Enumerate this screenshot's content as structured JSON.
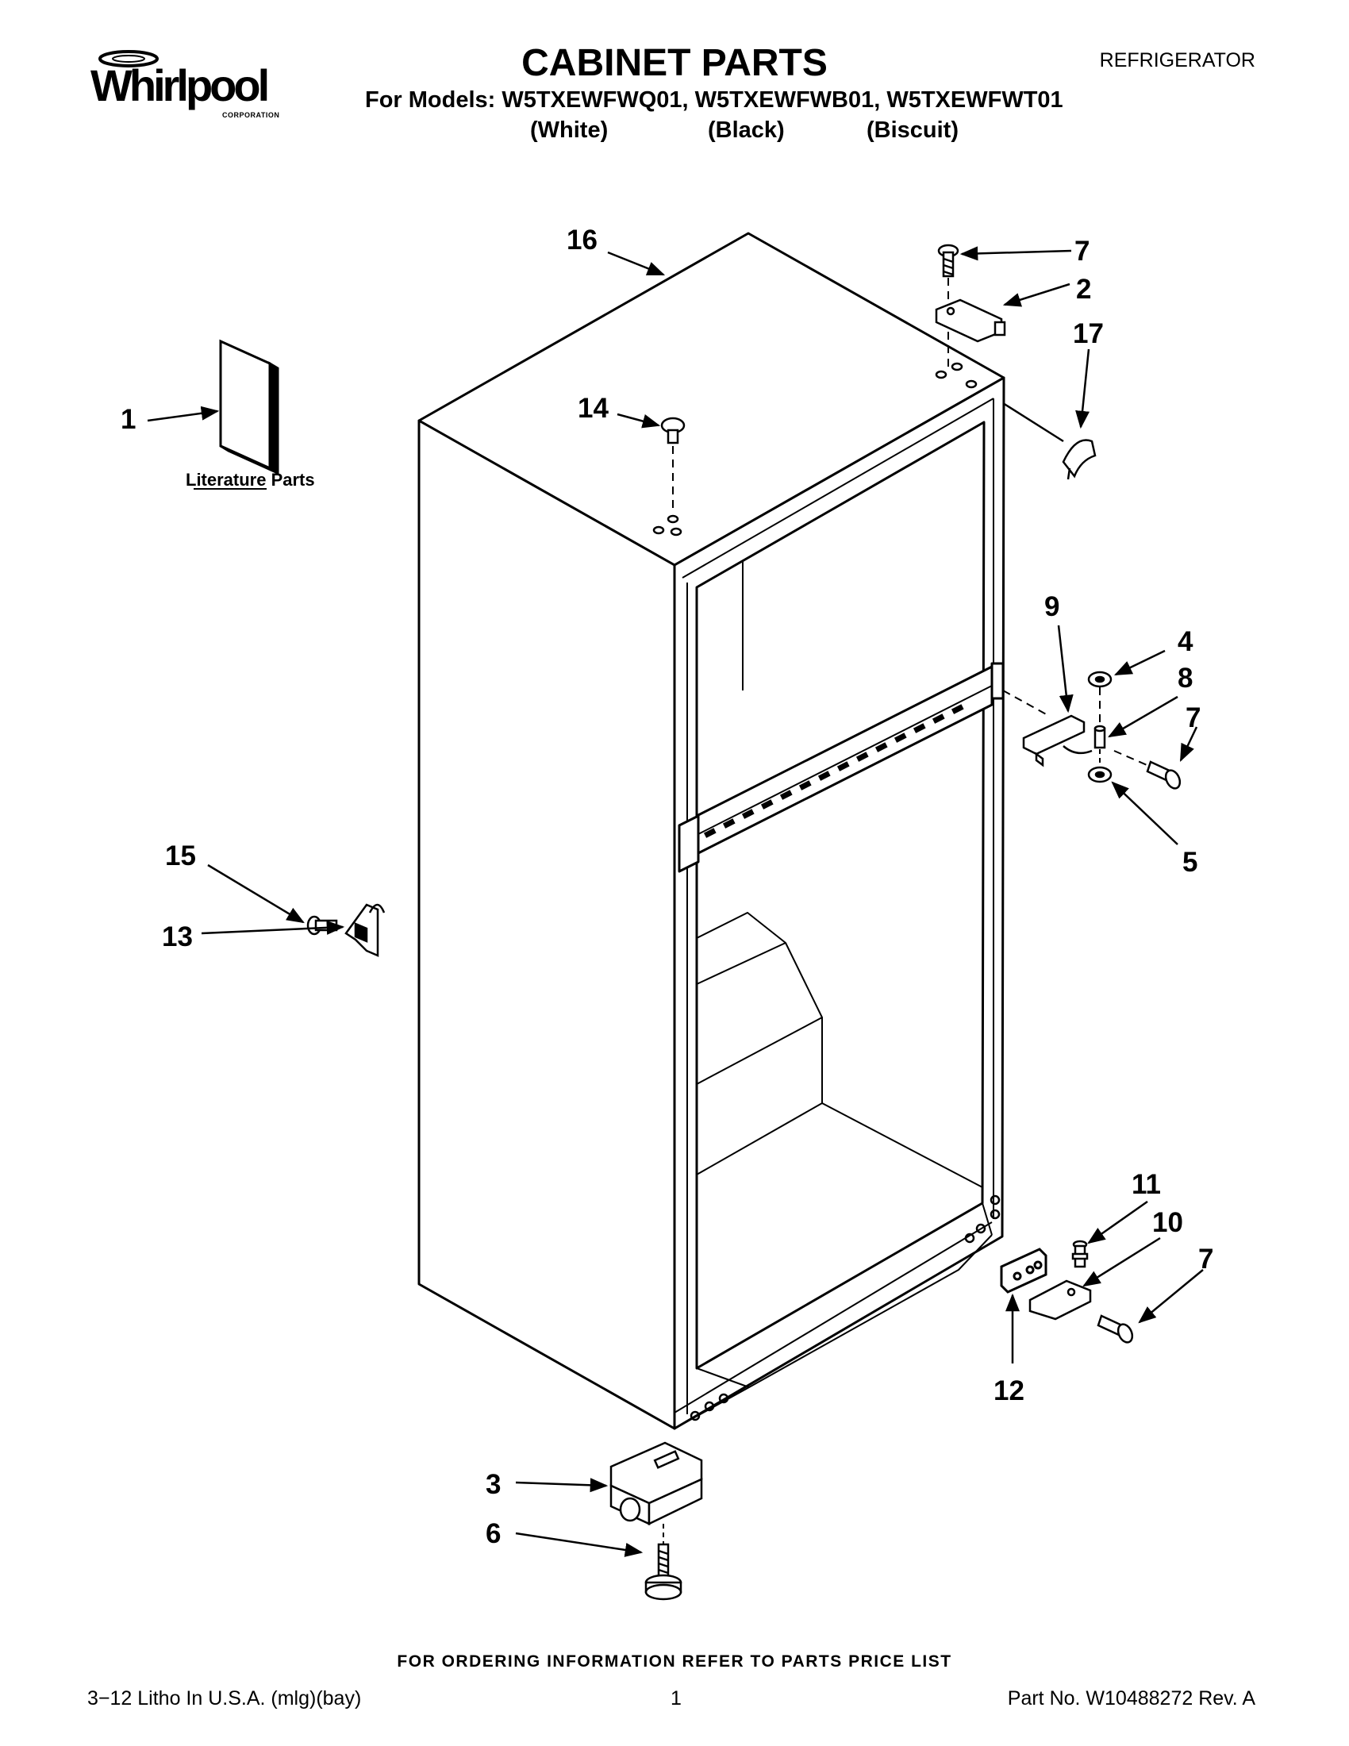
{
  "header": {
    "brand": "Whirlpool",
    "brand_sub": "CORPORATION",
    "title": "CABINET PARTS",
    "category": "REFRIGERATOR",
    "models_line": "For Models: W5TXEWFWQ01, W5TXEWFWB01, W5TXEWFWT01",
    "colors": [
      "(White)",
      "(Black)",
      "(Biscuit)"
    ]
  },
  "diagram": {
    "literature_caption": "Literature Parts",
    "callouts": [
      "16",
      "7",
      "2",
      "17",
      "1",
      "14",
      "9",
      "4",
      "8",
      "7",
      "5",
      "15",
      "13",
      "11",
      "10",
      "7",
      "12",
      "3",
      "6"
    ]
  },
  "footer": {
    "ordering": "FOR ORDERING INFORMATION REFER TO PARTS PRICE LIST",
    "litho": "3−12 Litho In U.S.A. (mlg)(bay)",
    "page": "1",
    "part_no": "Part No. W10488272 Rev. A"
  }
}
